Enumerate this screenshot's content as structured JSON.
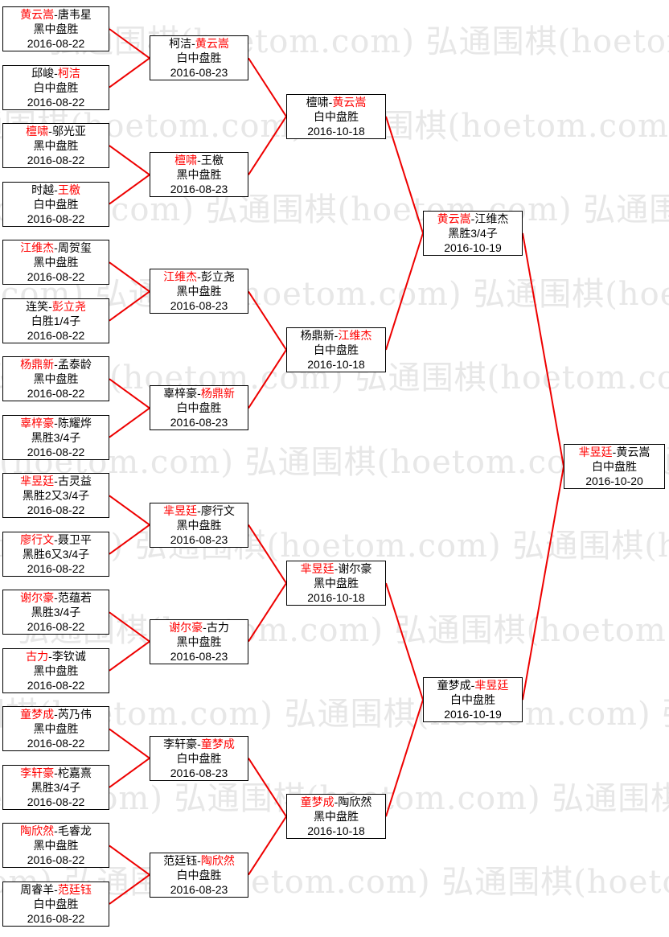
{
  "page": {
    "background": "#ffffff"
  },
  "watermark": {
    "text": "弘通围棋(hoetom.com)",
    "color": "#e7e7e7"
  },
  "bracket": {
    "line_color": "#ee0000",
    "winner_color": "#ff0000",
    "box_border_color": "#000000",
    "rounds": [
      {
        "matches": [
          {
            "p1": "黄云嵩",
            "p2": "唐韦星",
            "winner": 1,
            "result": "黑中盘胜",
            "date": "2016-08-22"
          },
          {
            "p1": "邱峻",
            "p2": "柯洁",
            "winner": 2,
            "result": "白中盘胜",
            "date": "2016-08-22"
          },
          {
            "p1": "檀啸",
            "p2": "邬光亚",
            "winner": 1,
            "result": "黑中盘胜",
            "date": "2016-08-22"
          },
          {
            "p1": "时越",
            "p2": "王檄",
            "winner": 2,
            "result": "白中盘胜",
            "date": "2016-08-22"
          },
          {
            "p1": "江维杰",
            "p2": "周贺玺",
            "winner": 1,
            "result": "黑中盘胜",
            "date": "2016-08-22"
          },
          {
            "p1": "连笑",
            "p2": "彭立尧",
            "winner": 2,
            "result": "白胜1/4子",
            "date": "2016-08-22"
          },
          {
            "p1": "杨鼎新",
            "p2": "孟泰龄",
            "winner": 1,
            "result": "黑中盘胜",
            "date": "2016-08-22"
          },
          {
            "p1": "辜梓豪",
            "p2": "陈耀烨",
            "winner": 1,
            "result": "黑胜3/4子",
            "date": "2016-08-22"
          },
          {
            "p1": "芈昱廷",
            "p2": "古灵益",
            "winner": 1,
            "result": "黑胜2又3/4子",
            "date": "2016-08-22"
          },
          {
            "p1": "廖行文",
            "p2": "聂卫平",
            "winner": 1,
            "result": "黑胜6又3/4子",
            "date": "2016-08-22"
          },
          {
            "p1": "谢尔豪",
            "p2": "范蕴若",
            "winner": 1,
            "result": "黑胜3/4子",
            "date": "2016-08-22"
          },
          {
            "p1": "古力",
            "p2": "李钦诚",
            "winner": 1,
            "result": "黑中盘胜",
            "date": "2016-08-22"
          },
          {
            "p1": "童梦成",
            "p2": "芮乃伟",
            "winner": 1,
            "result": "黑中盘胜",
            "date": "2016-08-22"
          },
          {
            "p1": "李轩豪",
            "p2": "柁嘉熹",
            "winner": 1,
            "result": "黑胜3/4子",
            "date": "2016-08-22"
          },
          {
            "p1": "陶欣然",
            "p2": "毛睿龙",
            "winner": 1,
            "result": "黑中盘胜",
            "date": "2016-08-22"
          },
          {
            "p1": "周睿羊",
            "p2": "范廷钰",
            "winner": 2,
            "result": "白中盘胜",
            "date": "2016-08-22"
          }
        ]
      },
      {
        "matches": [
          {
            "p1": "柯洁",
            "p2": "黄云嵩",
            "winner": 2,
            "result": "白中盘胜",
            "date": "2016-08-23"
          },
          {
            "p1": "檀啸",
            "p2": "王檄",
            "winner": 1,
            "result": "黑中盘胜",
            "date": "2016-08-23"
          },
          {
            "p1": "江维杰",
            "p2": "彭立尧",
            "winner": 1,
            "result": "黑中盘胜",
            "date": "2016-08-23"
          },
          {
            "p1": "辜梓豪",
            "p2": "杨鼎新",
            "winner": 2,
            "result": "白中盘胜",
            "date": "2016-08-23"
          },
          {
            "p1": "芈昱廷",
            "p2": "廖行文",
            "winner": 1,
            "result": "黑中盘胜",
            "date": "2016-08-23"
          },
          {
            "p1": "谢尔豪",
            "p2": "古力",
            "winner": 1,
            "result": "黑中盘胜",
            "date": "2016-08-23"
          },
          {
            "p1": "李轩豪",
            "p2": "童梦成",
            "winner": 2,
            "result": "白中盘胜",
            "date": "2016-08-23"
          },
          {
            "p1": "范廷钰",
            "p2": "陶欣然",
            "winner": 2,
            "result": "白中盘胜",
            "date": "2016-08-23"
          }
        ]
      },
      {
        "matches": [
          {
            "p1": "檀啸",
            "p2": "黄云嵩",
            "winner": 2,
            "result": "白中盘胜",
            "date": "2016-10-18"
          },
          {
            "p1": "杨鼎新",
            "p2": "江维杰",
            "winner": 2,
            "result": "白中盘胜",
            "date": "2016-10-18"
          },
          {
            "p1": "芈昱廷",
            "p2": "谢尔豪",
            "winner": 1,
            "result": "黑中盘胜",
            "date": "2016-10-18"
          },
          {
            "p1": "童梦成",
            "p2": "陶欣然",
            "winner": 1,
            "result": "黑中盘胜",
            "date": "2016-10-18"
          }
        ]
      },
      {
        "matches": [
          {
            "p1": "黄云嵩",
            "p2": "江维杰",
            "winner": 1,
            "result": "黑胜3/4子",
            "date": "2016-10-19"
          },
          {
            "p1": "童梦成",
            "p2": "芈昱廷",
            "winner": 2,
            "result": "白中盘胜",
            "date": "2016-10-19"
          }
        ]
      },
      {
        "matches": [
          {
            "p1": "芈昱廷",
            "p2": "黄云嵩",
            "winner": 1,
            "result": "白中盘胜",
            "date": "2016-10-20"
          }
        ]
      }
    ]
  }
}
